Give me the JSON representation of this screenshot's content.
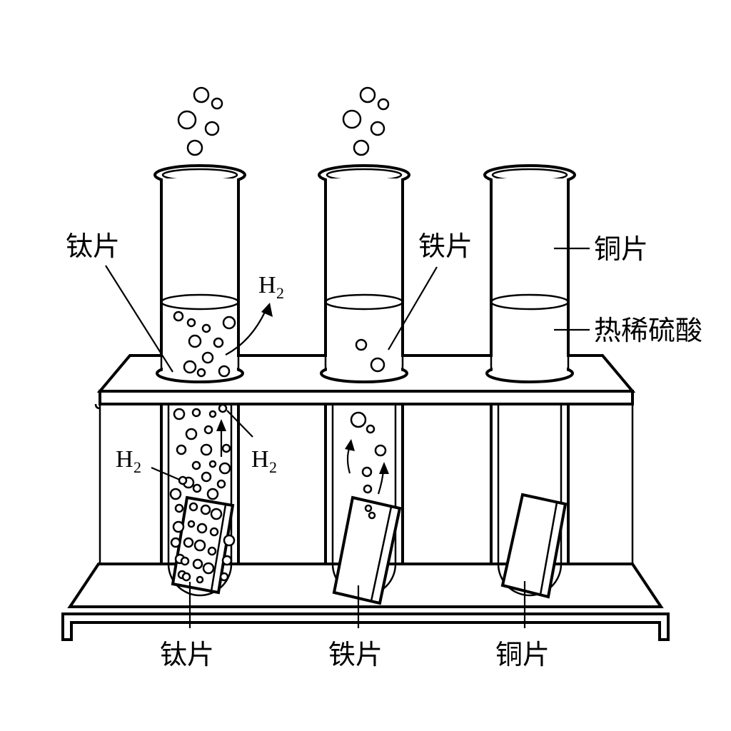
{
  "labels": {
    "titanium_top": "钛片",
    "iron_top": "铁片",
    "copper_top": "铜片",
    "acid": "热稀硫酸",
    "titanium_bottom": "钛片",
    "iron_bottom": "铁片",
    "copper_bottom": "铜片"
  },
  "gas": {
    "symbol": "H",
    "subscript": "2"
  }
}
